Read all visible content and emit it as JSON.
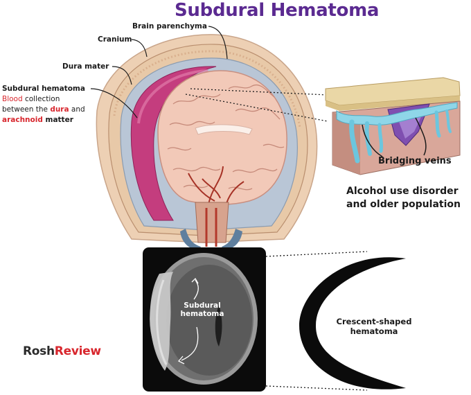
{
  "title": "Subdural Hematoma",
  "labels": {
    "brain_parenchyma": "Brain parenchyma",
    "cranium": "Cranium",
    "dura_mater": "Dura mater",
    "subdural_hematoma": "Subdural hematoma",
    "blood": "Blood",
    "collection": " collection",
    "between_the": "between the ",
    "dura": "dura",
    "and": " and",
    "arachnoid": "arachnoid",
    "matter": " matter"
  },
  "inset": {
    "bridging_veins": "Bridging veins",
    "risk_line1": "Alcohol use disorder",
    "risk_line2": "and older population"
  },
  "ct": {
    "label_line1": "Subdural",
    "label_line2": "hematoma"
  },
  "crescent": {
    "label_line1": "Crescent-shaped",
    "label_line2": "hematoma"
  },
  "logo": {
    "part1": "Rosh",
    "part2": "Review"
  },
  "colors": {
    "title": "#5b2a91",
    "accent_red": "#d8262d"
  }
}
